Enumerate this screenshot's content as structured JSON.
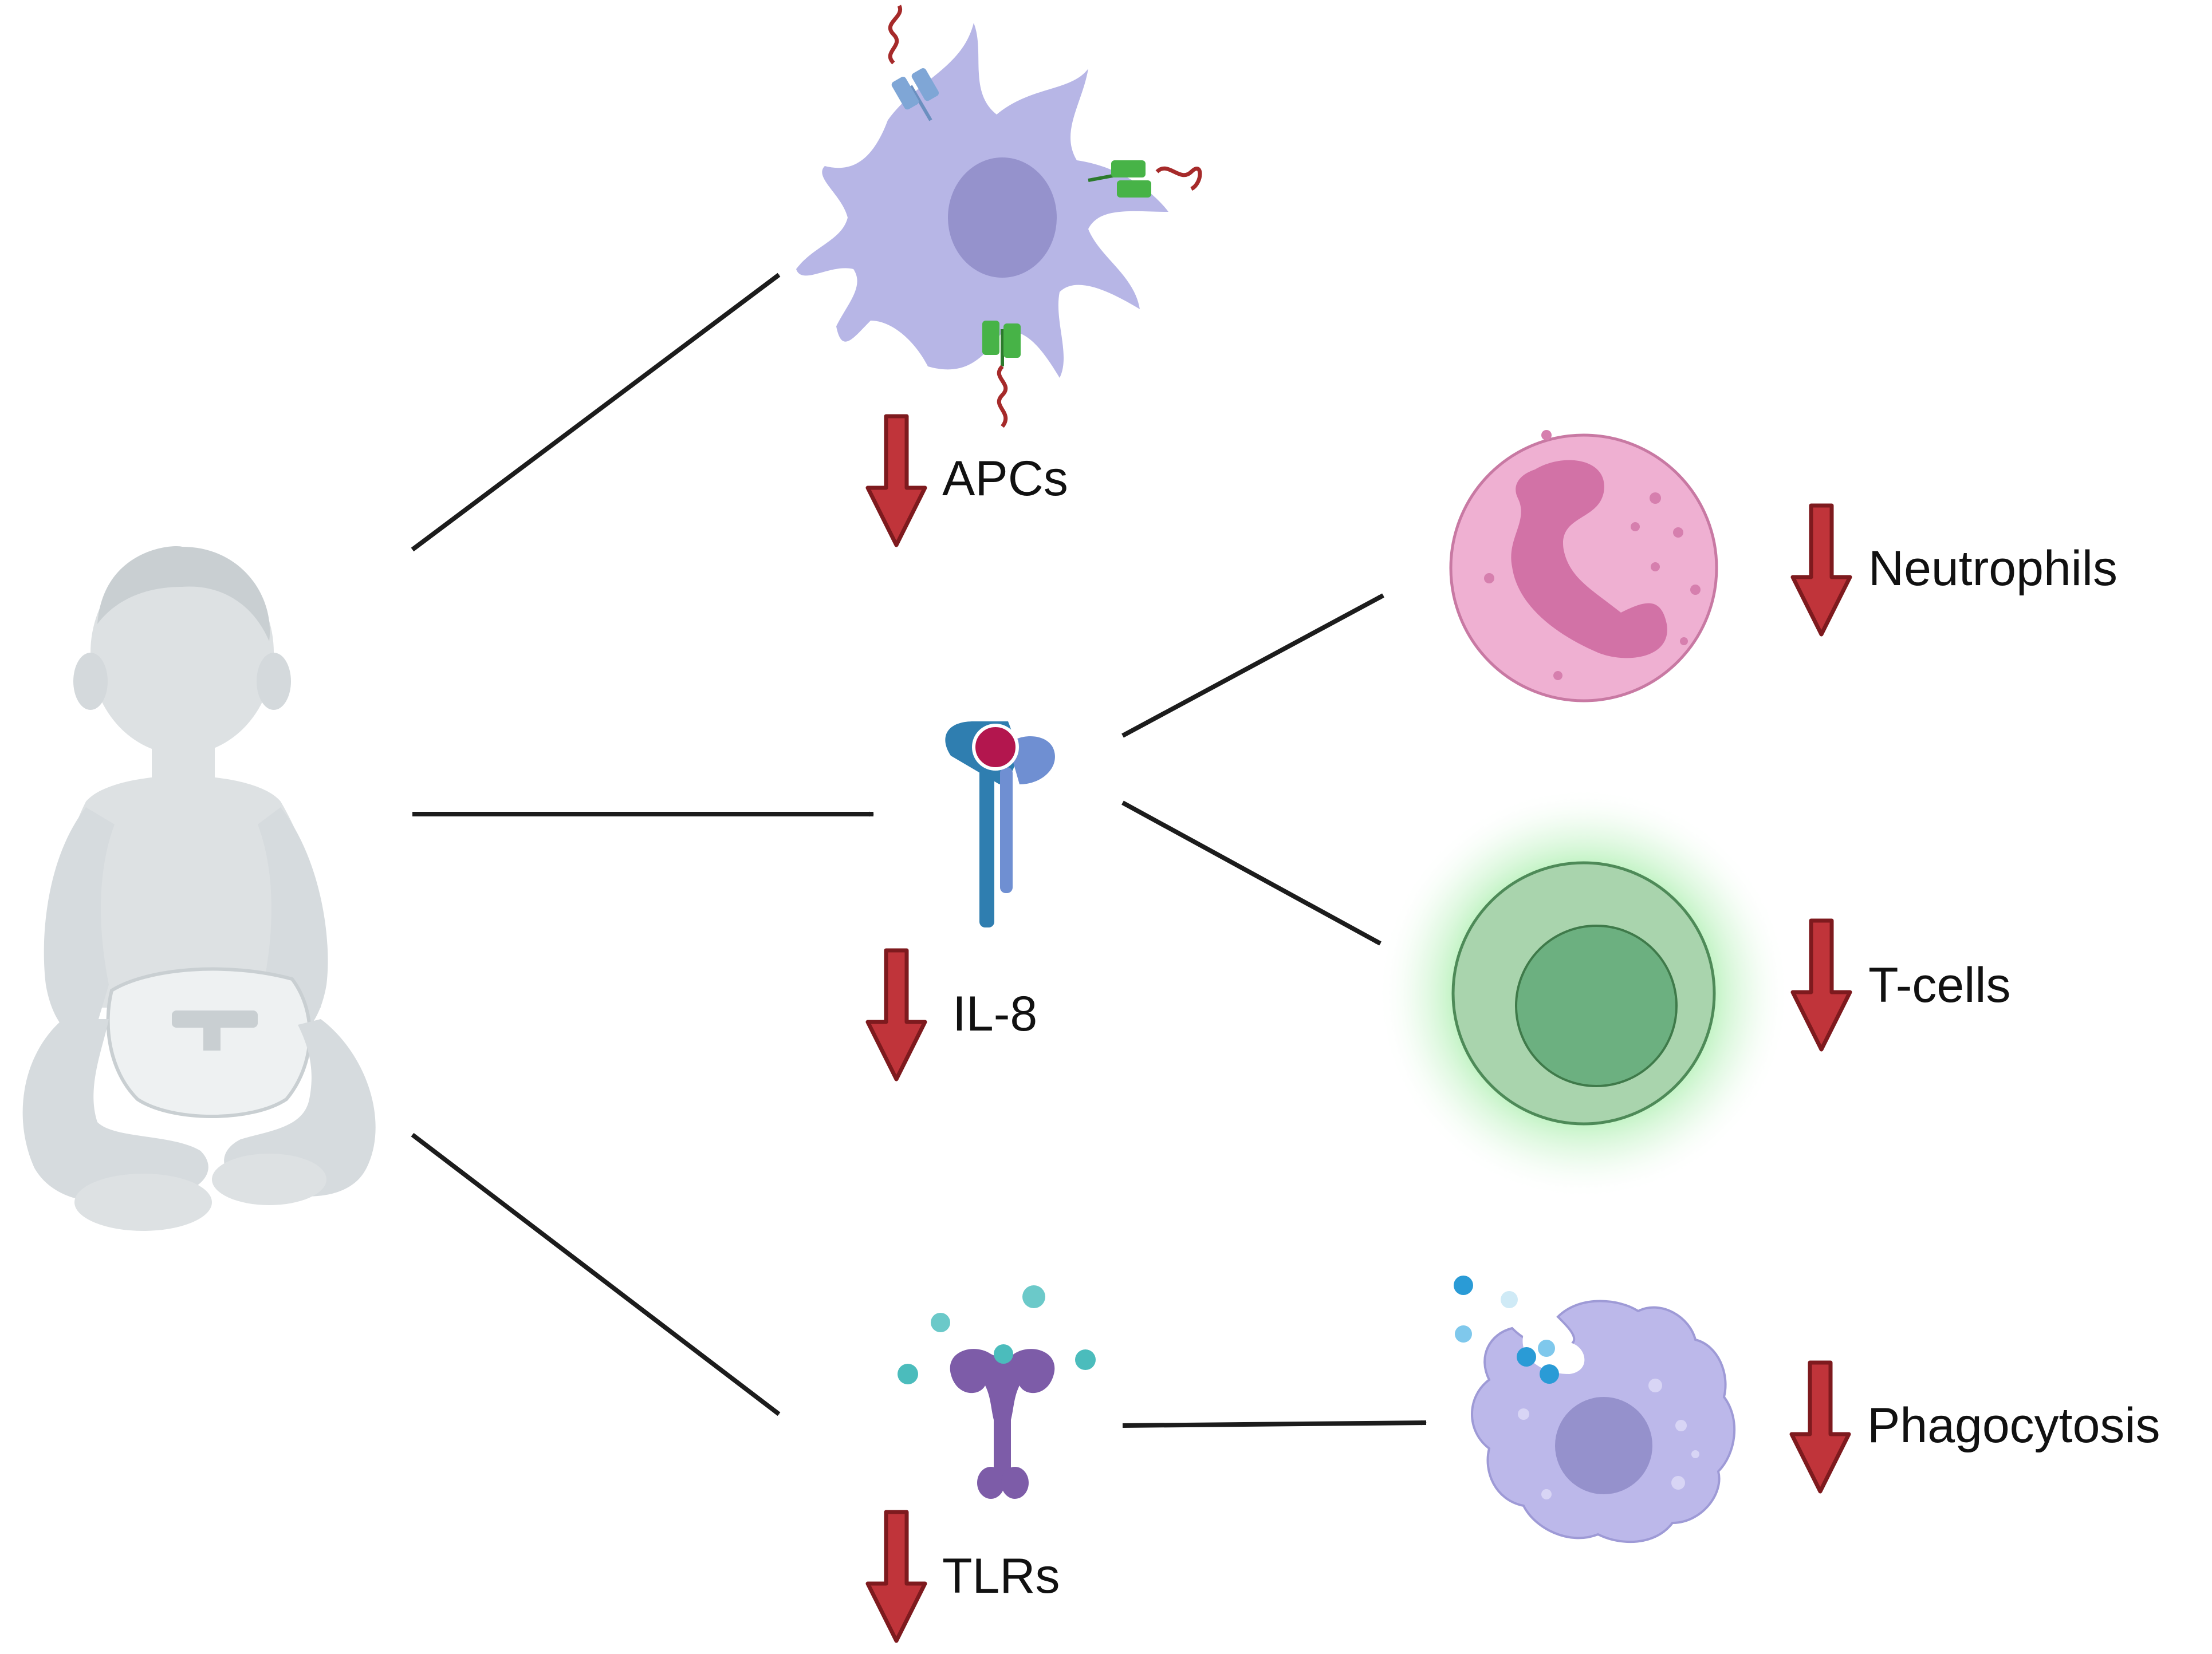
{
  "colors": {
    "arrow": "#1c1c1c",
    "down_arrow_fill": "#c0343a",
    "down_arrow_stroke": "#7e1a1e",
    "baby": "#dde1e3",
    "baby_dark": "#c9cfd2",
    "apc_body": "#b7b6e6",
    "apc_nucleus": "#9592cc",
    "neutrophil_body": "#efb0d2",
    "neutrophil_nucleus": "#d272a6",
    "tcell_outer": "#a9d4ad",
    "tcell_inner": "#6cb080",
    "tcell_glow": "#8be98f",
    "macrophage_body": "#bcb8ea",
    "macrophage_nucleus": "#9591cc",
    "receptor_blue": "#2f7eb0",
    "receptor_light": "#6f8fd2",
    "ligand_red": "#b3164e",
    "tlr_purple": "#7d5ca8",
    "dot_teal": "#4bbcbc",
    "dot_blue": "#2a9bd6"
  },
  "labels": {
    "apcs": "APCs",
    "il8": "IL-8",
    "tlrs": "TLRs",
    "neutrophils": "Neutrophils",
    "tcells": "T-cells",
    "phagocytosis": "Phagocytosis"
  },
  "icons": [
    "infant-icon",
    "apc-cell-icon",
    "il8-receptor-icon",
    "tlr-receptor-icon",
    "neutrophil-cell-icon",
    "t-cell-icon",
    "macrophage-cell-icon",
    "down-arrow-icon"
  ]
}
